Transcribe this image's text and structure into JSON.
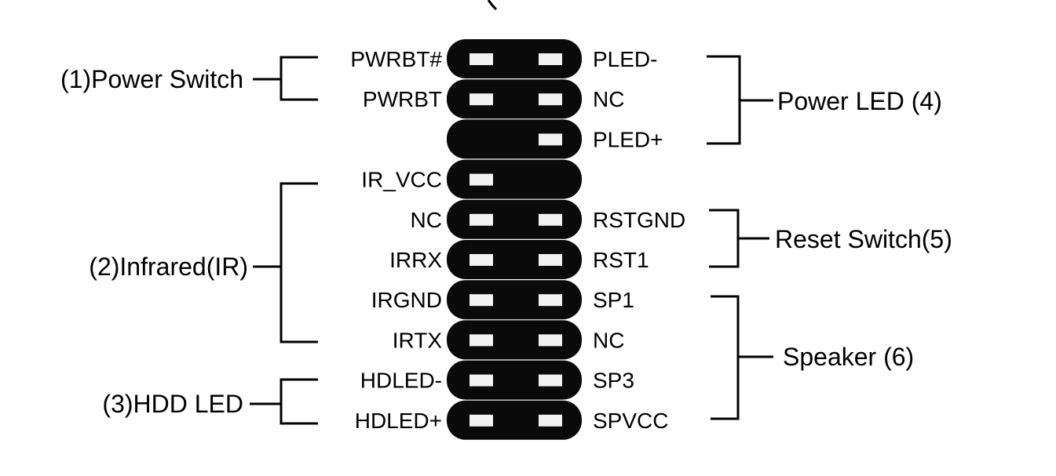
{
  "title": "Front panel header pin assignment",
  "groups": {
    "power_switch": "(1)Power Switch",
    "infrared": "(2)Infrared(IR)",
    "hdd_led": "(3)HDD LED",
    "power_led": "Power LED (4)",
    "reset_switch": "Reset Switch(5)",
    "speaker": "Speaker (6)"
  },
  "rows": [
    {
      "left": "PWRBT#",
      "right": "PLED-",
      "left_pin": true,
      "right_pin": true
    },
    {
      "left": "PWRBT",
      "right": "NC",
      "left_pin": true,
      "right_pin": true
    },
    {
      "left": "",
      "right": "PLED+",
      "left_pin": false,
      "right_pin": true
    },
    {
      "left": "IR_VCC",
      "right": "",
      "left_pin": true,
      "right_pin": false
    },
    {
      "left": "NC",
      "right": "RSTGND",
      "left_pin": true,
      "right_pin": true
    },
    {
      "left": "IRRX",
      "right": "RST1",
      "left_pin": true,
      "right_pin": true
    },
    {
      "left": "IRGND",
      "right": "SP1",
      "left_pin": true,
      "right_pin": true
    },
    {
      "left": "IRTX",
      "right": "NC",
      "left_pin": true,
      "right_pin": true
    },
    {
      "left": "HDLED-",
      "right": "SP3",
      "left_pin": true,
      "right_pin": true
    },
    {
      "left": "HDLED+",
      "right": "SPVCC",
      "left_pin": true,
      "right_pin": true
    }
  ]
}
